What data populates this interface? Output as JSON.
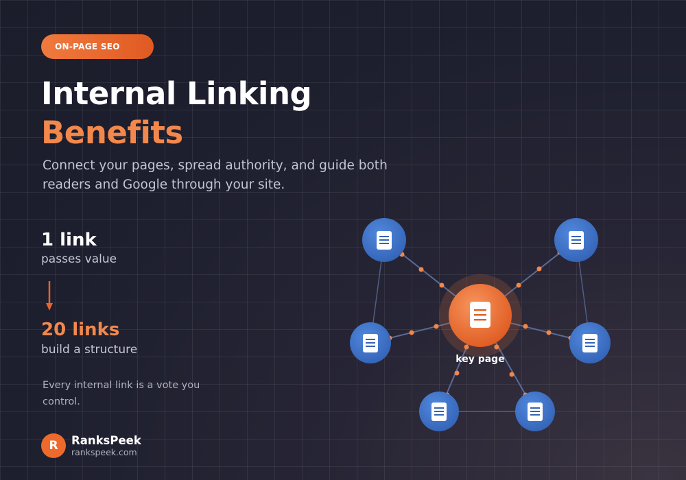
{
  "badge": "ON-PAGE SEO",
  "title": {
    "line1": "Internal Linking",
    "line2": "Benefits"
  },
  "subtitle": "Connect your pages, spread authority, and guide both readers and Google through your site.",
  "stats": [
    {
      "value": "1 link",
      "desc": "passes value"
    },
    {
      "value": "20 links",
      "desc": "build a structure"
    }
  ],
  "note": "Every internal link is a vote you control.",
  "brand": {
    "initial": "R",
    "name": "RanksPeek",
    "url": "rankspeek.com"
  },
  "diagram": {
    "hub_label": "key page",
    "hub_icon": "document-icon",
    "node_icon": "document-icon",
    "colors": {
      "accent": "#f07a3e",
      "node": "#3f73c9",
      "link": "#5b6b95"
    }
  }
}
